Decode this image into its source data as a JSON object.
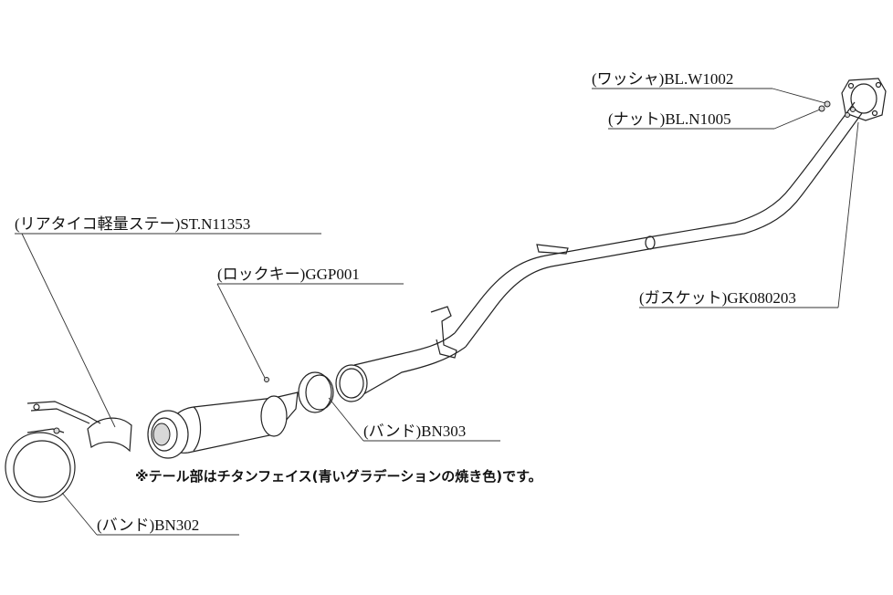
{
  "labels": {
    "washer": "(ワッシャ)BL.W1002",
    "nut": "(ナット)BL.N1005",
    "gasket": "(ガスケット)GK080203",
    "stay": "(リアタイコ軽量ステー)ST.N11353",
    "lockkey": "(ロックキー)GGP001",
    "band303": "(バンド)BN303",
    "band302": "(バンド)BN302"
  },
  "note": "※テール部はチタンフェイス(青いグラデーションの焼き色)です。",
  "colors": {
    "line": "#222222",
    "background": "#ffffff",
    "text": "#111111"
  }
}
